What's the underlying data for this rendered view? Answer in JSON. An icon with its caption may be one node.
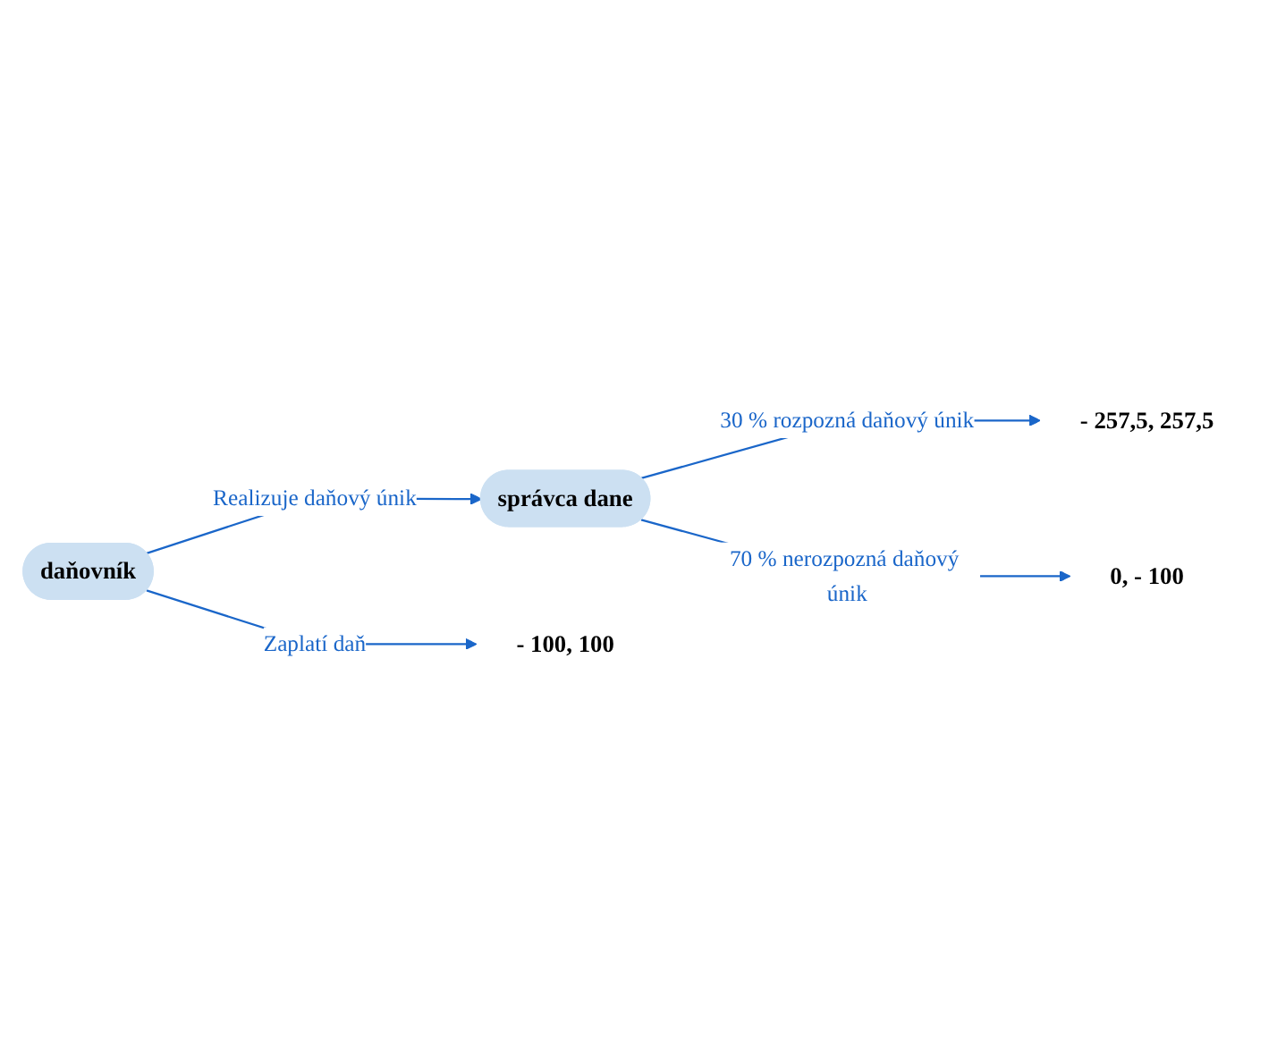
{
  "diagram": {
    "nodes": [
      {
        "text": [
          "daňovník"
        ]
      },
      {
        "text": [
          "správca dane"
        ]
      },
      {
        "text": [
          "- 257,5, 257,5"
        ]
      },
      {
        "text": [
          "0, - 100"
        ]
      },
      {
        "text": [
          "- 100, 100"
        ]
      }
    ],
    "edges": [
      {
        "from": 0,
        "to": 1,
        "arrow": "to",
        "label": "Realizuje daňový únik"
      },
      {
        "from": 1,
        "to": 2,
        "arrow": "to",
        "label": "30 % rozpozná daňový únik"
      },
      {
        "from": 1,
        "to": 3,
        "arrow": "to",
        "label": "70 % nerozpozná daňový únik"
      },
      {
        "from": 0,
        "to": 4,
        "arrow": "to",
        "label": "Zaplatí daň"
      }
    ]
  }
}
